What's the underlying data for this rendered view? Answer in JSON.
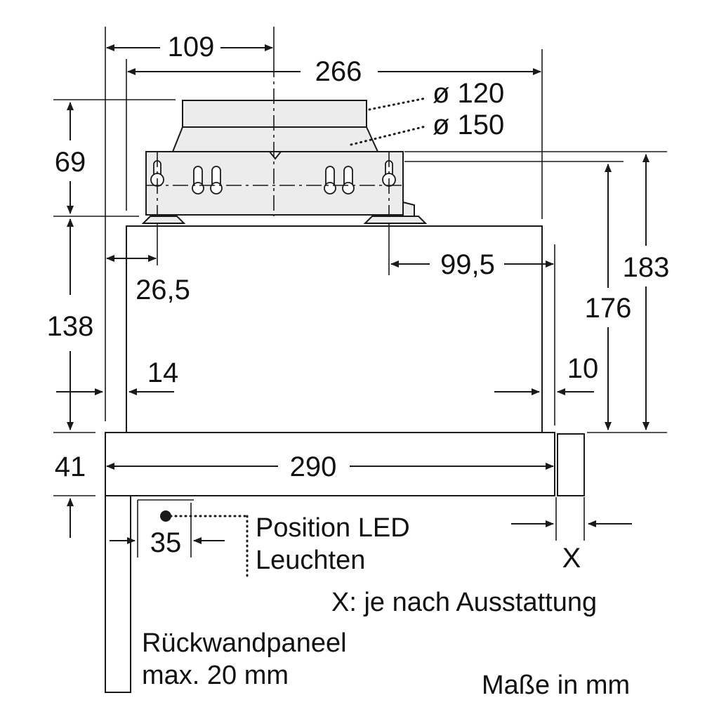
{
  "dimensions": {
    "d109": "109",
    "d266": "266",
    "d120": "ø 120",
    "d150": "ø 150",
    "d69": "69",
    "d138": "138",
    "d41": "41",
    "d26_5": "26,5",
    "d14": "14",
    "d99_5": "99,5",
    "d176": "176",
    "d183": "183",
    "d10": "10",
    "d290": "290",
    "d35": "35",
    "x": "X"
  },
  "labels": {
    "led_line1": "Position LED",
    "led_line2": "Leuchten",
    "x_note": "X: je nach Ausstattung",
    "panel_line1": "Rückwandpaneel",
    "panel_line2": "max. 20 mm",
    "units": "Maße in mm"
  },
  "colors": {
    "line": "#1a1a1a",
    "body_fill": "#ececec",
    "background": "#ffffff"
  }
}
